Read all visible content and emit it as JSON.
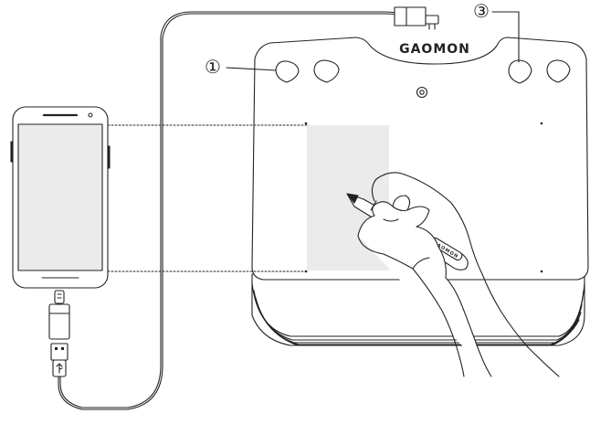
{
  "brand": {
    "name": "GAOMON"
  },
  "callouts": [
    {
      "id": "callout-1",
      "label": "①"
    },
    {
      "id": "callout-3",
      "label": "③"
    }
  ],
  "pen": {
    "label": "GAOMON"
  },
  "colors": {
    "line": "#222222",
    "mapped_area": "#ebebeb",
    "phone_screen": "#ebebeb",
    "background": "#ffffff"
  }
}
